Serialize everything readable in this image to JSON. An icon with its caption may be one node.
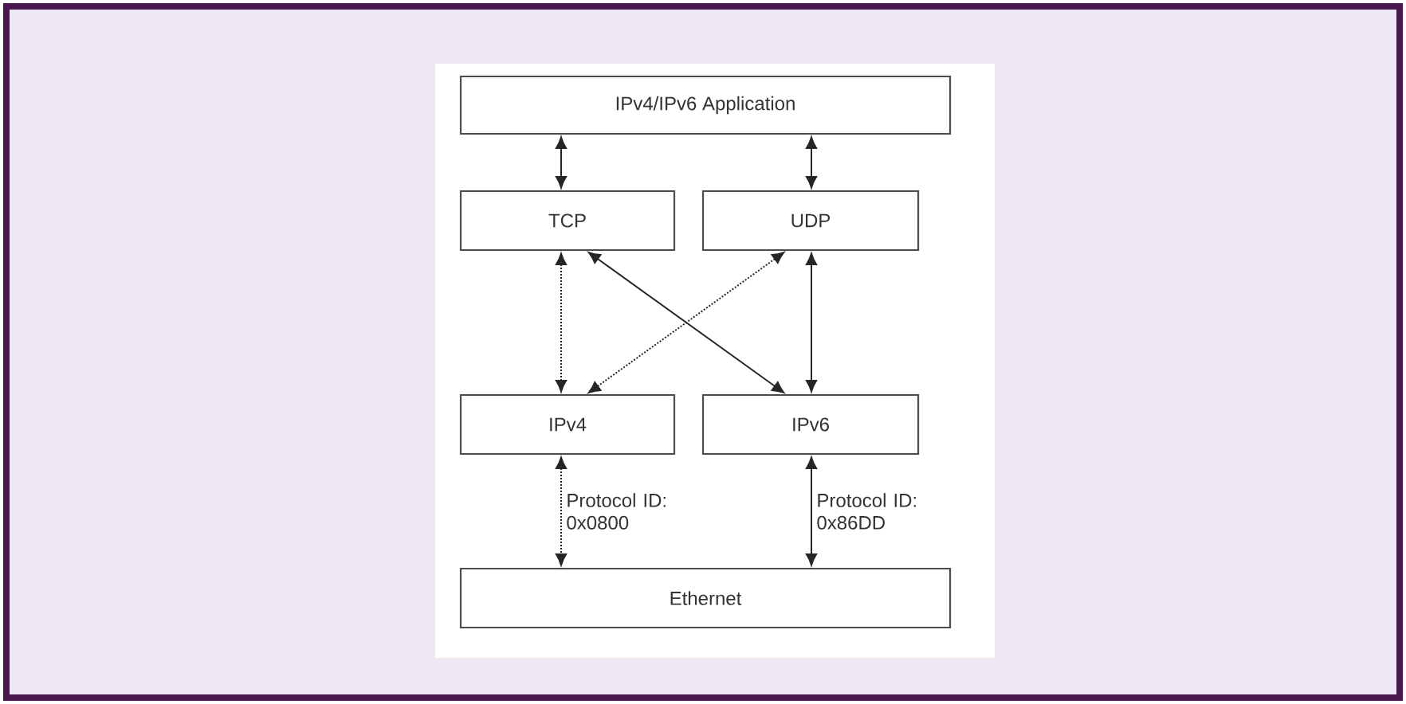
{
  "diagram": {
    "nodes": [
      {
        "text": [
          "IPv4/IPv6 Application"
        ]
      },
      {
        "text": [
          "TCP"
        ]
      },
      {
        "text": [
          "UDP"
        ]
      },
      {
        "text": [
          "IPv4"
        ]
      },
      {
        "text": [
          "IPv6"
        ]
      },
      {
        "text": [
          "Ethernet"
        ]
      }
    ],
    "edges": [
      {
        "from": 0,
        "to": 1,
        "arrow": "both"
      },
      {
        "from": 0,
        "to": 2,
        "arrow": "both"
      },
      {
        "from": 1,
        "to": 3,
        "arrow": "both",
        "style": "dashed"
      },
      {
        "from": 1,
        "to": 4,
        "arrow": "both"
      },
      {
        "from": 2,
        "to": 3,
        "arrow": "both",
        "style": "dashed"
      },
      {
        "from": 2,
        "to": 4,
        "arrow": "both"
      },
      {
        "from": 3,
        "to": 5,
        "arrow": "both",
        "style": "dashed",
        "label": "Protocol ID: 0x0800"
      },
      {
        "from": 4,
        "to": 5,
        "arrow": "both",
        "label": "Protocol ID: 0x86DD"
      }
    ]
  }
}
